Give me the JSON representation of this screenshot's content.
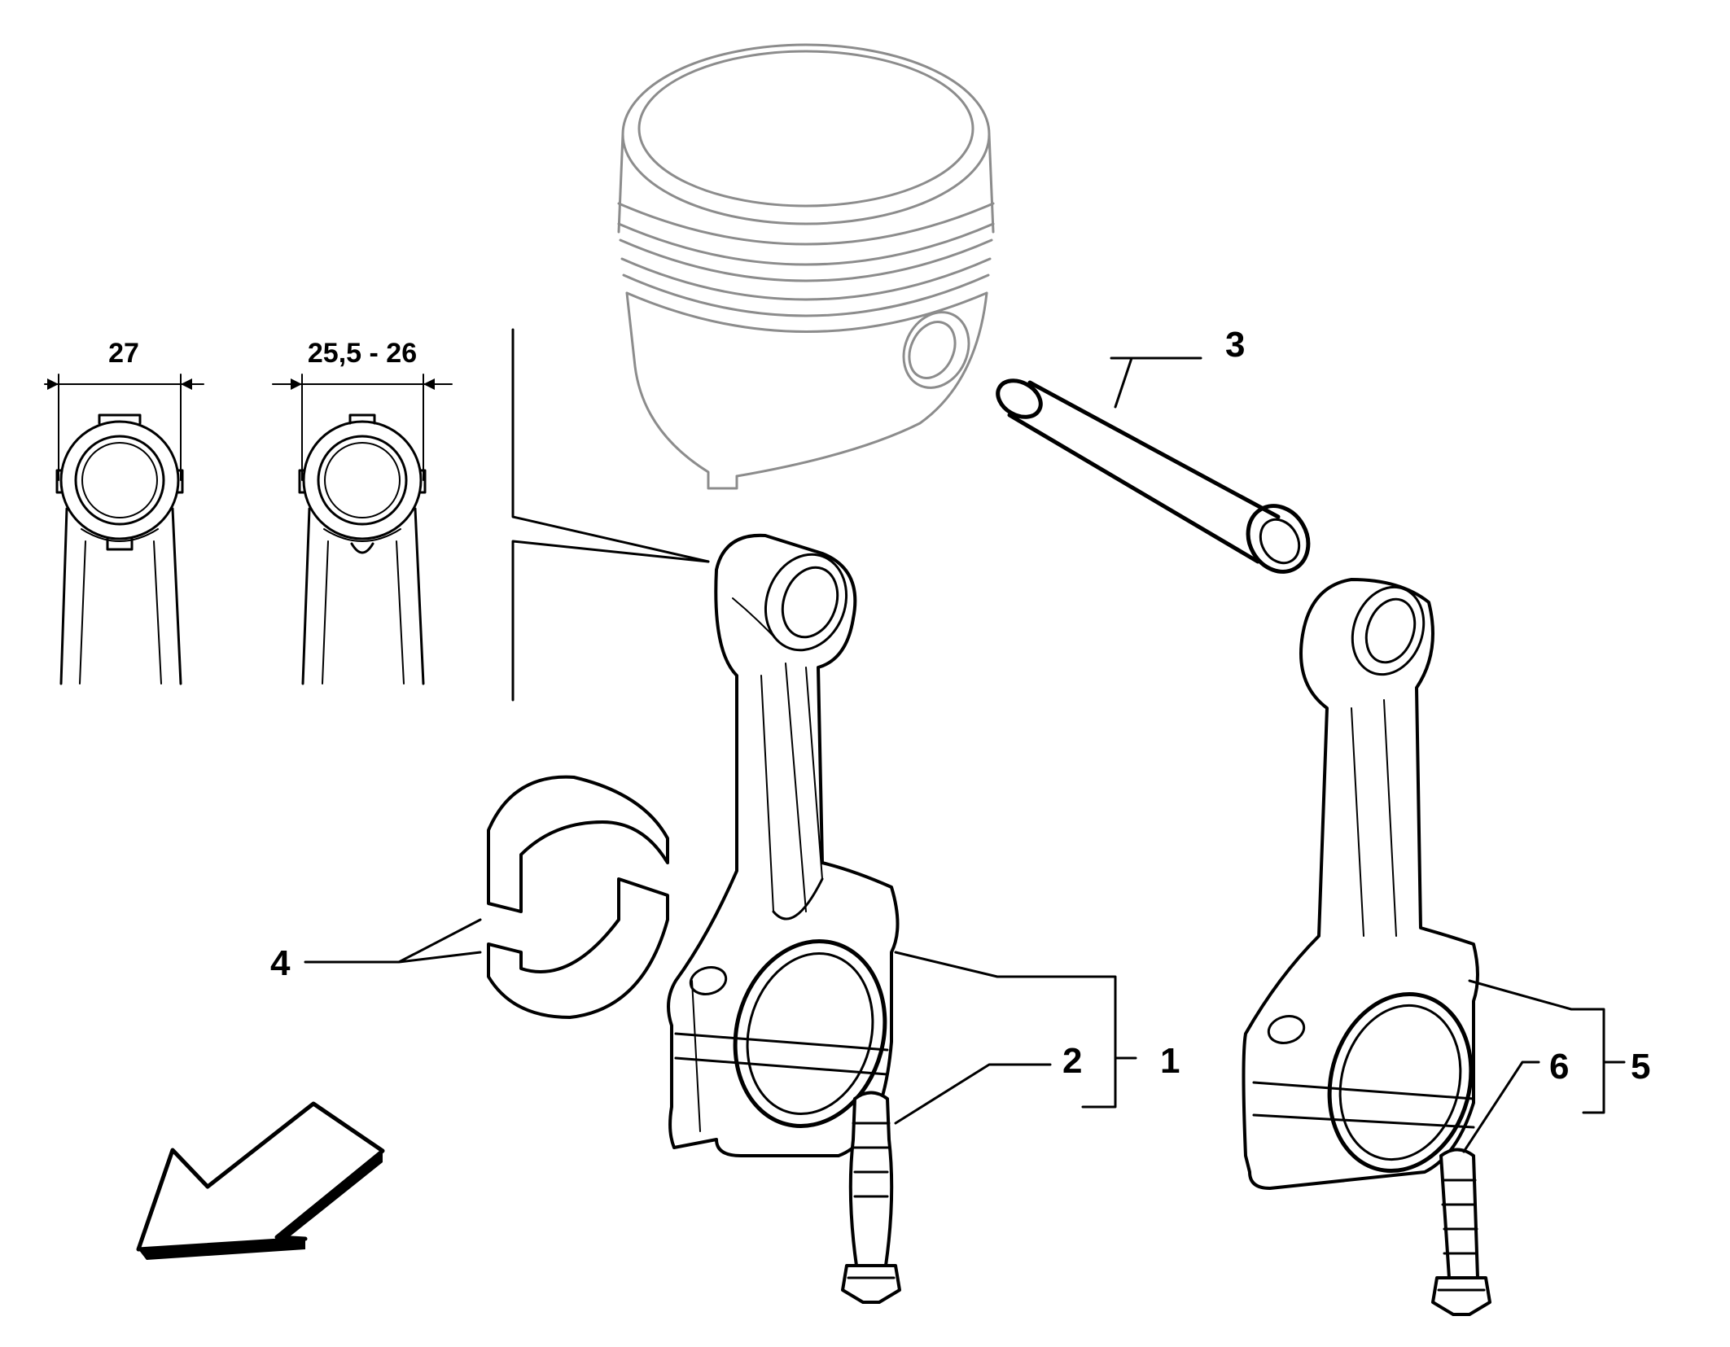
{
  "dimensions": {
    "left": "27",
    "right": "25,5 - 26"
  },
  "callouts": {
    "c1": "1",
    "c2": "2",
    "c3": "3",
    "c4": "4",
    "c5": "5",
    "c6": "6"
  },
  "colors": {
    "line": "#000000",
    "piston": "#8c8c8c",
    "background": "#ffffff"
  }
}
